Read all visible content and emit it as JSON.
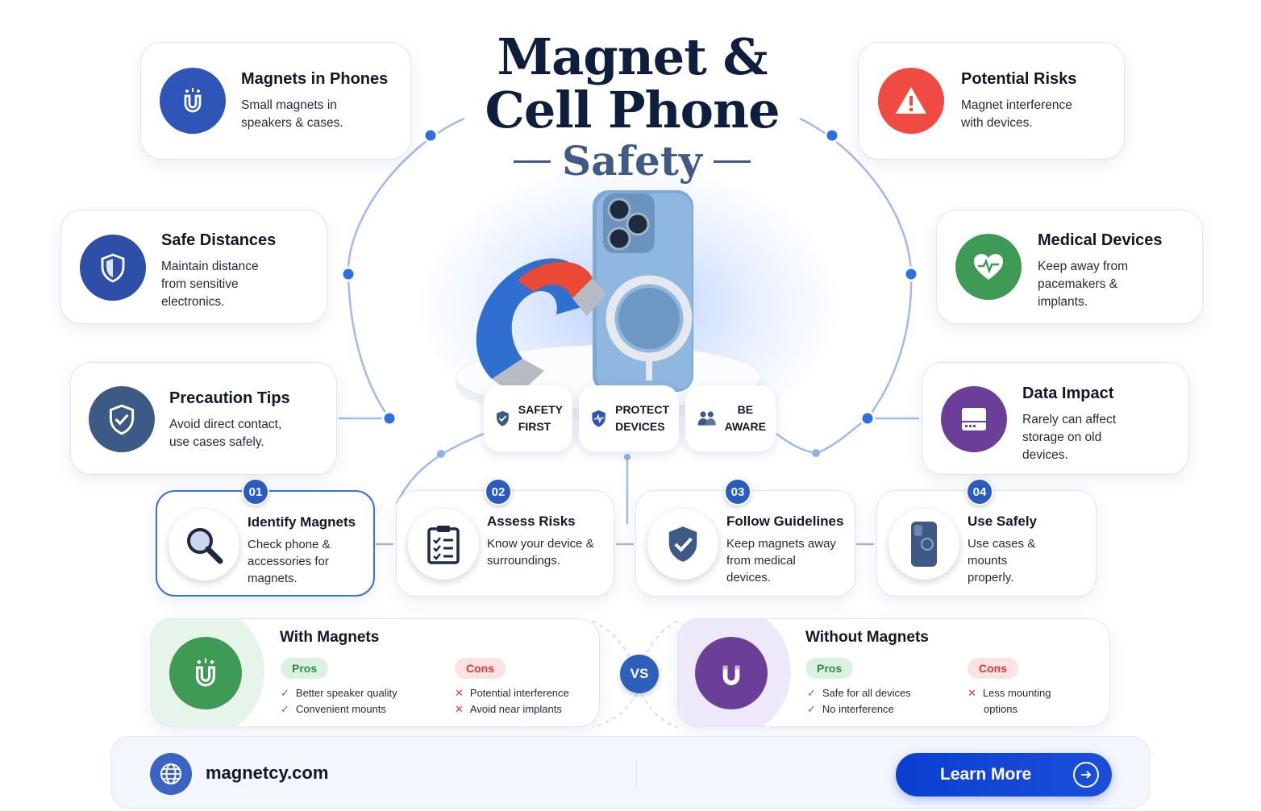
{
  "title": {
    "line1": "Magnet &",
    "line2": "Cell Phone",
    "line3": "Safety"
  },
  "features": {
    "magnets_in_phones": {
      "title": "Magnets in Phones",
      "line1": "Small magnets in",
      "line2": "speakers & cases.",
      "icon": "magnet-icon",
      "color": "#2f55b8"
    },
    "safe_distances": {
      "title": "Safe Distances",
      "line1": "Maintain distance",
      "line2": "from sensitive",
      "line3": "electronics.",
      "icon": "shield-icon",
      "color": "#2d4fa8"
    },
    "precaution_tips": {
      "title": "Precaution Tips",
      "line1": "Avoid direct contact,",
      "line2": "use cases safely.",
      "icon": "shield-check-icon",
      "color": "#3d5a86"
    },
    "potential_risks": {
      "title": "Potential Risks",
      "line1": "Magnet interference",
      "line2": "with devices.",
      "icon": "warning-icon",
      "color": "#f04b42"
    },
    "medical_devices": {
      "title": "Medical Devices",
      "line1": "Keep away from",
      "line2": "pacemakers &",
      "line3": "implants.",
      "icon": "heart-pulse-icon",
      "color": "#3f9a56"
    },
    "data_impact": {
      "title": "Data Impact",
      "line1": "Rarely can affect",
      "line2": "storage on old",
      "line3": "devices.",
      "icon": "hard-drive-icon",
      "color": "#6b3f98"
    }
  },
  "chips": [
    {
      "line1": "SAFETY",
      "line2": "FIRST",
      "icon": "shield-check-icon"
    },
    {
      "line1": "PROTECT",
      "line2": "DEVICES",
      "icon": "shield-pulse-icon"
    },
    {
      "line1": "BE",
      "line2": "AWARE",
      "icon": "people-icon"
    }
  ],
  "steps": [
    {
      "num": "01",
      "title": "Identify Magnets",
      "line1": "Check phone &",
      "line2": "accessories for",
      "line3": "magnets.",
      "icon": "magnifier-icon"
    },
    {
      "num": "02",
      "title": "Assess Risks",
      "line1": "Know your device &",
      "line2": "surroundings.",
      "icon": "clipboard-icon"
    },
    {
      "num": "03",
      "title": "Follow Guidelines",
      "line1": "Keep magnets away",
      "line2": "from medical",
      "line3": "devices.",
      "icon": "shield-check-icon"
    },
    {
      "num": "04",
      "title": "Use Safely",
      "line1": "Use cases &",
      "line2": "mounts",
      "line3": "properly.",
      "icon": "phone-case-icon"
    }
  ],
  "comparison": {
    "with": {
      "title": "With Magnets",
      "pros_label": "Pros",
      "cons_label": "Cons",
      "pros": [
        "Better speaker quality",
        "Convenient mounts"
      ],
      "cons": [
        "Potential interference",
        "Avoid near implants"
      ]
    },
    "vs": "VS",
    "without": {
      "title": "Without Magnets",
      "pros_label": "Pros",
      "cons_label": "Cons",
      "pros": [
        "Safe for all devices",
        "No interference"
      ],
      "cons_line1": "Less mounting",
      "cons_line2": "options"
    }
  },
  "footer": {
    "site": "magnetcy.com",
    "cta": "Learn More"
  }
}
